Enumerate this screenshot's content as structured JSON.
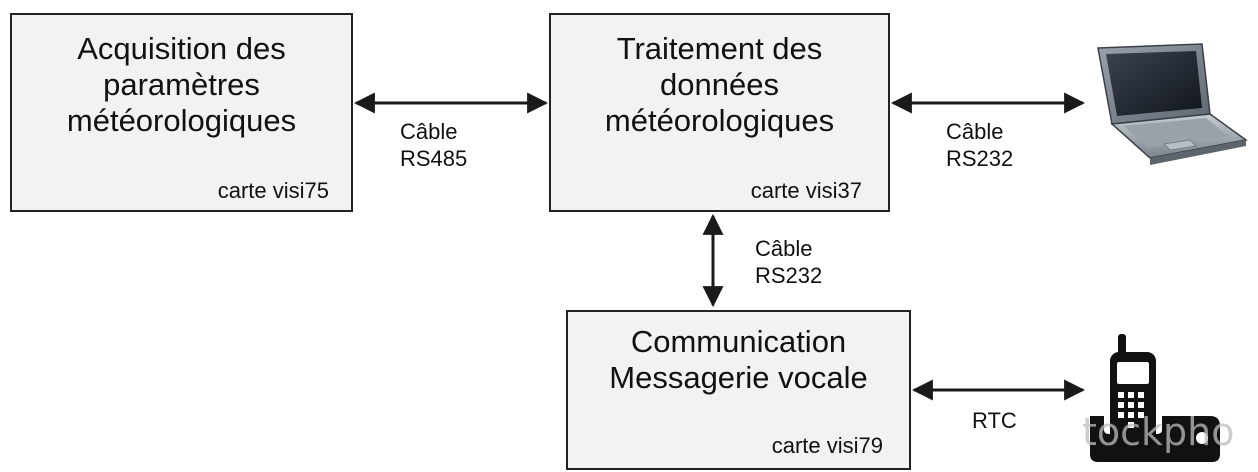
{
  "boxes": {
    "acquisition": {
      "title": "Acquisition des\nparamètres\nmétéorologiques",
      "card": "carte visi75"
    },
    "traitement": {
      "title": "Traitement des\ndonnées\nmétéorologiques",
      "card": "carte visi37"
    },
    "communication": {
      "title": "Communication\nMessagerie vocale",
      "card": "carte visi79"
    }
  },
  "links": {
    "acq_trait": "Câble\nRS485",
    "trait_laptop": "Câble\nRS232",
    "trait_comm": "Câble\nRS232",
    "comm_phone": "RTC"
  },
  "icons": {
    "laptop": "laptop-icon",
    "phone": "cordless-phone-icon"
  },
  "watermark": "tockpho",
  "colors": {
    "box_fill": "#f2f2f2",
    "border": "#222222",
    "arrow": "#1a1a1a"
  }
}
